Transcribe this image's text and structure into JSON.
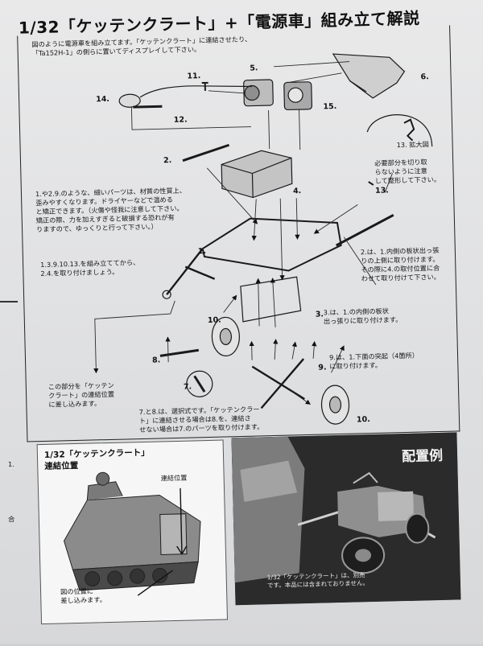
{
  "header": {
    "title": "1/32「ケッテンクラート」+「電源車」組み立て解説"
  },
  "intro_text": "図のように電源車を組み立てます。「ケッテンクラート」に連結させたり、\n「Ta152H-1」の側らに置いてディスプレイして下さい。",
  "part_numbers": {
    "p1": "1.",
    "p2": "2.",
    "p3": "3.",
    "p4": "4.",
    "p5": "5.",
    "p6": "6.",
    "p7": "7.",
    "p8": "8.",
    "p9": "9.",
    "p10a": "10.",
    "p10b": "10.",
    "p11": "11.",
    "p12": "12.",
    "p13": "13.",
    "p14": "14.",
    "p15": "15."
  },
  "detail_label": "13. 拡大図",
  "notes": {
    "cut_note": "必要部分を切り取\nらないように注意\nして整形して下さい。",
    "thin_parts": "1.や2.9.のような、細いパーツは、材質の性質上、\n歪みやすくなります。ドライヤーなどで温める\nと矯正できます。（火傷や怪我に注意して下さい。\n矯正の際、力を加えすぎると破損する恐れが有\nりますので、ゆっくりと行って下さい。）",
    "assemble_1": "1.3.9.10.13.を組み立ててから、\n2.4.を取り付けましょう。",
    "step_2": "2.は、1.内側の板状出っ張\nりの上側に取り付けます。\nその際に4.の取付位置に合\nわせて取り付けて下さい。",
    "step_3": "3.は、1.の内側の板状\n出っ張りに取り付けます。",
    "step_9": "9.は、1.下面の突起（4箇所）\nに取り付けます。",
    "connect": "この部分を「ケッテン\nクラート」の連結位置\nに差し込みます。",
    "step_78": "7.と8.は、選択式です。「ケッテンクラー\nト」に連結させる場合は8.を、連結さ\nせない場合は7.のパーツを取り付けます。"
  },
  "left_panel": {
    "title": "1/32「ケッテンクラート」\n連結位置",
    "callout": "連結位置",
    "insert_note": "図の位置に\n差し込みます。"
  },
  "right_panel": {
    "title": "配置例",
    "caption": "1/32「ケッテンクラート」は、別売\nです。本品には含まれておりません。"
  },
  "margin_marks": {
    "mark_a": "1.",
    "mark_b": "合"
  }
}
